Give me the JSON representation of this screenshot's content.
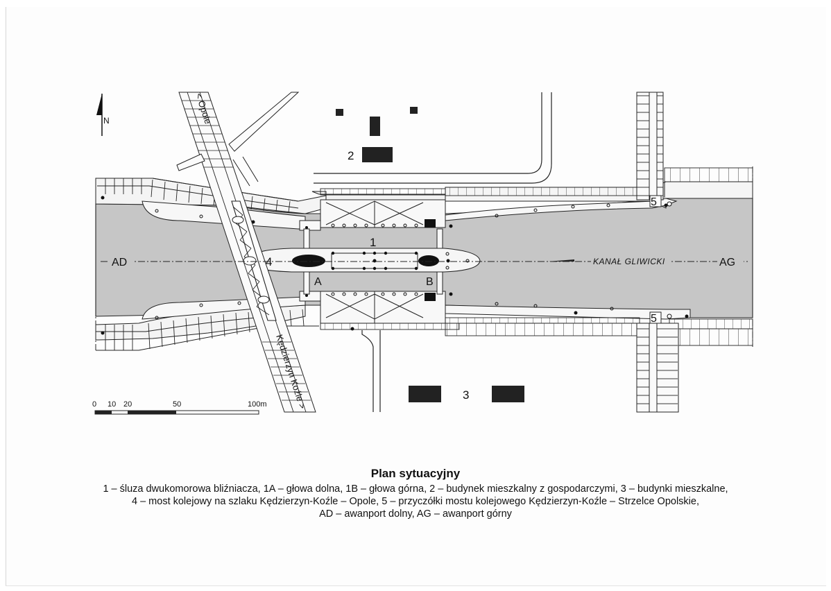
{
  "diagram": {
    "north": "N",
    "labels": {
      "lock": "1",
      "house": "2",
      "houses": "3",
      "bridge": "4",
      "abutment_top": "5",
      "abutment_bottom": "5",
      "head_lower": "A",
      "head_upper": "B",
      "lower_harbour": "AD",
      "upper_harbour": "AG",
      "canal": "KANAŁ GLIWICKI",
      "rail_top": "< Opole",
      "rail_bottom": "Kędzierzyn Koźle >"
    },
    "scale": {
      "ticks": [
        "0",
        "10",
        "20",
        "50",
        "100m"
      ]
    }
  },
  "caption": {
    "title": "Plan sytuacyjny",
    "lines": [
      "1 – śluza dwukomorowa bliźniacza, 1A – głowa dolna, 1B – głowa górna, 2 – budynek mieszkalny z gospodarczymi, 3 – budynki mieszkalne,",
      "4 – most kolejowy na szlaku Kędzierzyn-Koźle – Opole, 5 – przyczółki mostu kolejowego Kędzierzyn-Koźle – Strzelce Opolskie,",
      "AD – awanport dolny, AG – awanport górny"
    ]
  }
}
